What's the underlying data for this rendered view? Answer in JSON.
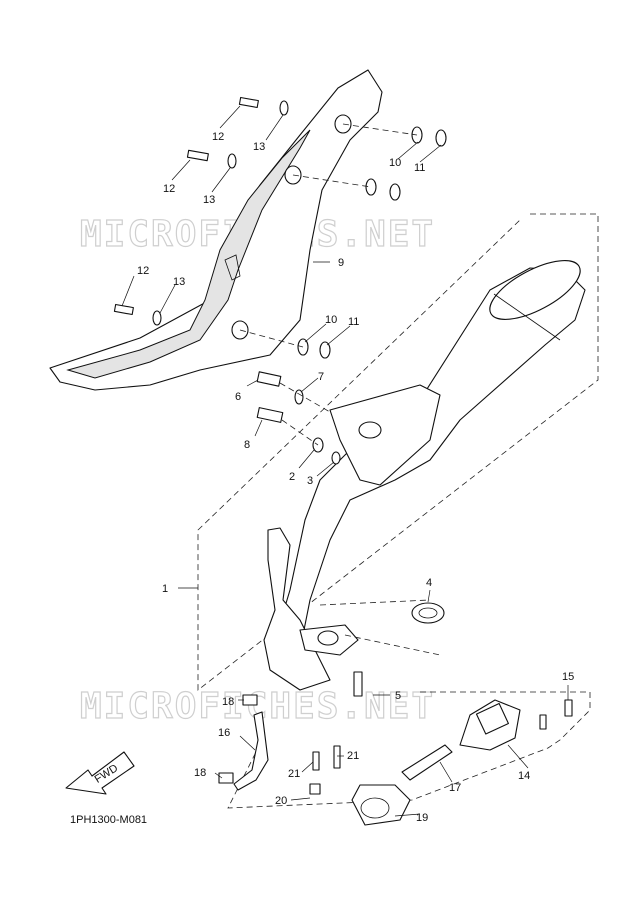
{
  "diagram_code": "1PH1300-M081",
  "watermark": "MICROFICHES.NET",
  "fwd_label": "FWD",
  "callouts": {
    "c1": "1",
    "c2": "2",
    "c3": "3",
    "c4": "4",
    "c5": "5",
    "c6": "6",
    "c7": "7",
    "c8": "8",
    "c9": "9",
    "c10a": "10",
    "c10b": "10",
    "c11a": "11",
    "c11b": "11",
    "c12a": "12",
    "c12b": "12",
    "c12c": "12",
    "c13a": "13",
    "c13b": "13",
    "c13c": "13",
    "c14": "14",
    "c15": "15",
    "c16": "16",
    "c17": "17",
    "c18a": "18",
    "c18b": "18",
    "c19": "19",
    "c20": "20",
    "c21a": "21",
    "c21b": "21"
  }
}
